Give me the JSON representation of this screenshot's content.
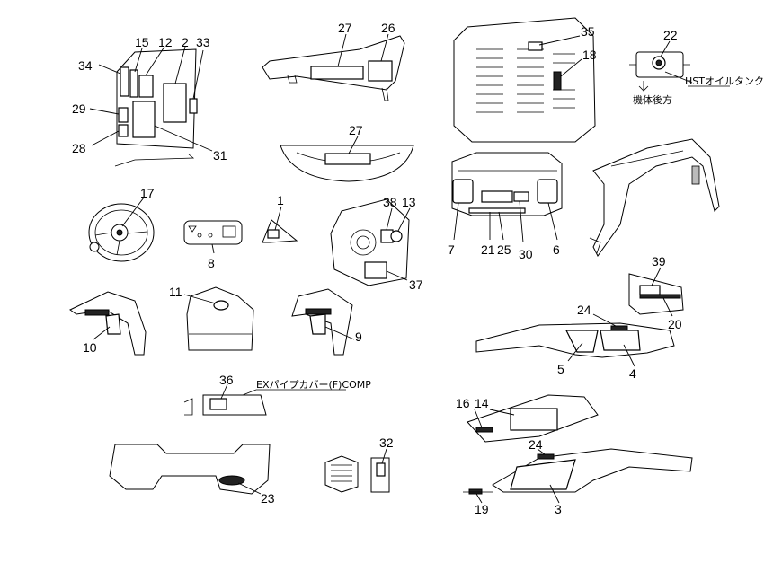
{
  "callouts": {
    "c1": "1",
    "c2": "2",
    "c3": "3",
    "c4": "4",
    "c5": "5",
    "c6": "6",
    "c7": "7",
    "c8": "8",
    "c9": "9",
    "c10": "10",
    "c11": "11",
    "c12": "12",
    "c13": "13",
    "c14": "14",
    "c15": "15",
    "c16": "16",
    "c17": "17",
    "c18": "18",
    "c19": "19",
    "c20": "20",
    "c21": "21",
    "c22": "22",
    "c23": "23",
    "c24a": "24",
    "c24b": "24",
    "c25": "25",
    "c26": "26",
    "c27a": "27",
    "c27b": "27",
    "c28": "28",
    "c29": "29",
    "c30": "30",
    "c31": "31",
    "c32": "32",
    "c33": "33",
    "c34": "34",
    "c35": "35",
    "c36": "36",
    "c37": "37",
    "c38": "38",
    "c39": "39"
  },
  "notes": {
    "hst_oil_tank": "HSTオイルタンク",
    "machine_rear": "機体後方",
    "ex_pipe_cover": "EXパイプカバー(F)COMP"
  }
}
